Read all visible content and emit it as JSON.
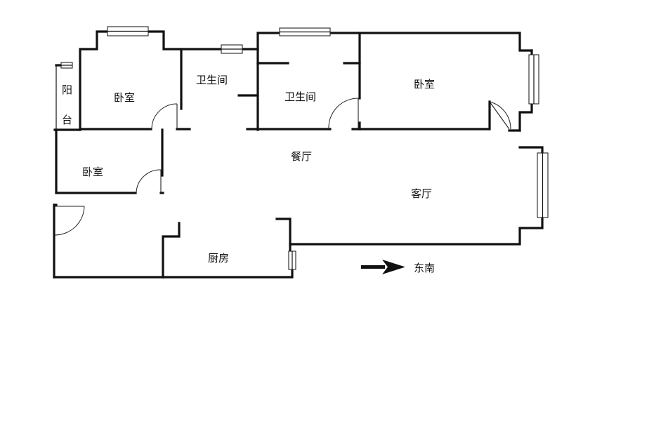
{
  "rooms": {
    "balcony_line1": "阳",
    "balcony_line2": "台",
    "bedroom_north": "卧室",
    "bathroom_left": "卫生间",
    "bathroom_right": "卫生间",
    "bedroom_master": "卧室",
    "dining": "餐厅",
    "bedroom_west": "卧室",
    "living": "客厅",
    "kitchen": "厨房"
  },
  "orientation": {
    "direction_label": "东南",
    "arrow_icon": "right-arrow-icon"
  },
  "colors": {
    "wall": "#111111",
    "background": "#ffffff"
  }
}
